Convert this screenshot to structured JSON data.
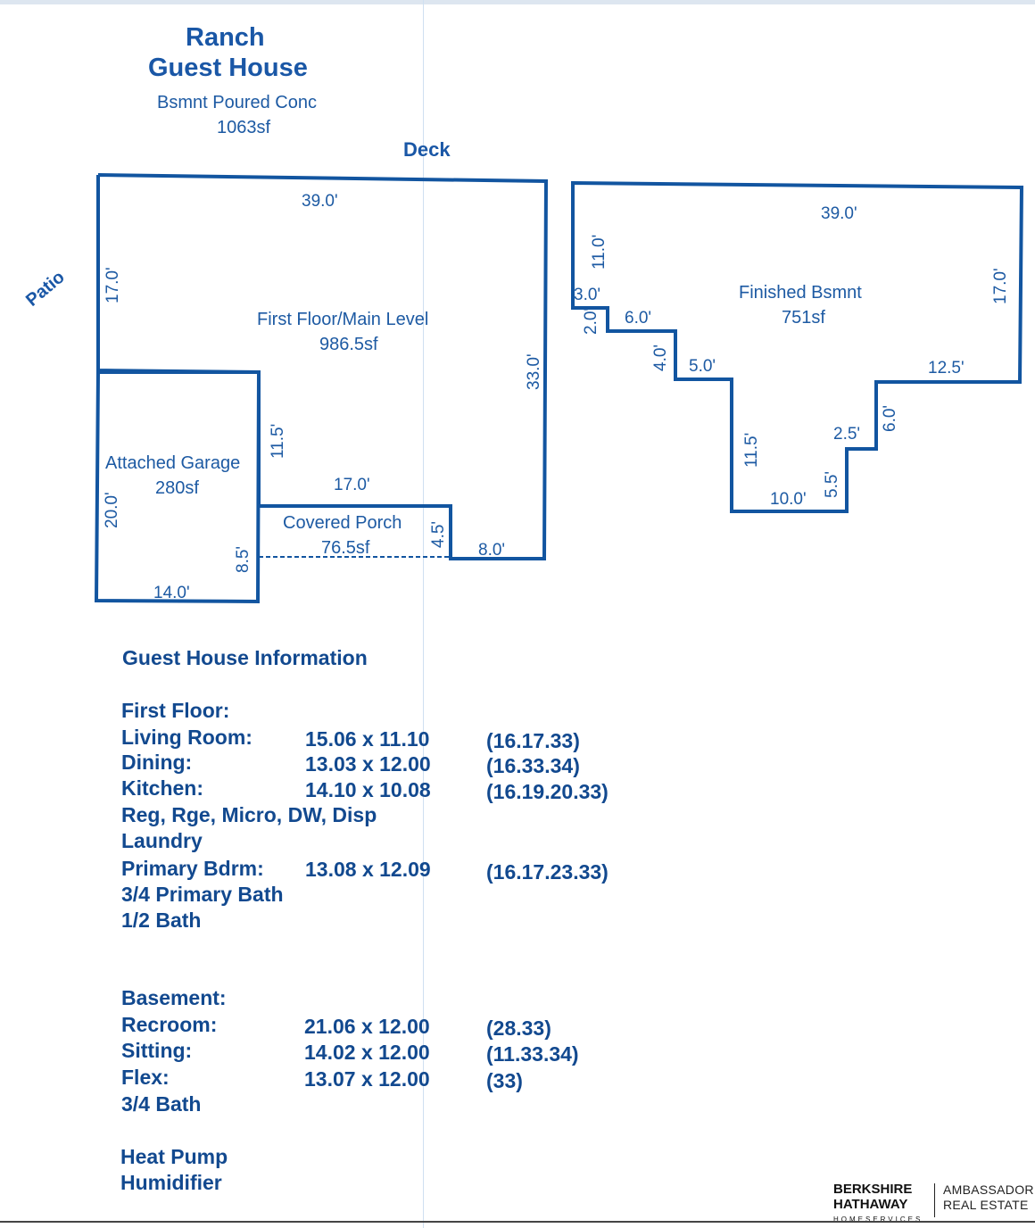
{
  "title": {
    "line1": "Ranch",
    "line2": "Guest House",
    "basement_type": "Bsmnt Poured Conc",
    "basement_area": "1063sf"
  },
  "plan_labels": {
    "deck": "Deck",
    "patio": "Patio",
    "main": {
      "name": "First Floor/Main Level",
      "area": "986.5sf",
      "dims": {
        "top": "39.0'",
        "left": "17.0'",
        "right": "33.0'",
        "inner_vert": "11.5'",
        "inner_horiz": "17.0'",
        "porch_vert": "4.5'",
        "bottom_right": "8.0'"
      }
    },
    "garage": {
      "name": "Attached Garage",
      "area": "280sf",
      "dims": {
        "left": "20.0'",
        "right": "8.5'",
        "bottom": "14.0'"
      }
    },
    "porch": {
      "name": "Covered Porch",
      "area": "76.5sf"
    },
    "basement": {
      "name": "Finished Bsmnt",
      "area": "751sf",
      "dims": {
        "top": "39.0'",
        "left": "11.0'",
        "step1": "3.0'",
        "step1_vert": "2.0'",
        "step2": "6.0'",
        "step2_vert": "4.0'",
        "step3": "5.0'",
        "bottom_left_vert": "11.5'",
        "bottom": "10.0'",
        "bottom_right_vert": "5.5'",
        "step4": "2.5'",
        "step4_vert": "6.0'",
        "step5": "12.5'",
        "right": "17.0'"
      }
    }
  },
  "info": {
    "heading": "Guest House Information",
    "first_floor_heading": "First Floor:",
    "first_floor_rooms": [
      {
        "name": "Living Room:",
        "size": "15.06 x 11.10",
        "features": "(16.17.33)"
      },
      {
        "name": "Dining:",
        "size": "13.03 x 12.00",
        "features": "(16.33.34)"
      },
      {
        "name": "Kitchen:",
        "size": "14.10 x 10.08",
        "features": "(16.19.20.33)"
      }
    ],
    "appliances": "Reg, Rge, Micro, DW, Disp",
    "laundry": "Laundry",
    "primary_bedroom": {
      "name": "Primary  Bdrm:",
      "size": "13.08 x 12.09",
      "features": "(16.17.23.33)"
    },
    "primary_bath": "3/4 Primary Bath",
    "half_bath": "1/2 Bath",
    "basement_heading": "Basement:",
    "basement_rooms": [
      {
        "name": "Recroom:",
        "size": "21.06 x 12.00",
        "features": "(28.33)"
      },
      {
        "name": "Sitting:",
        "size": "14.02 x 12.00",
        "features": "(11.33.34)"
      },
      {
        "name": "Flex:",
        "size": "13.07 x 12.00",
        "features": "(33)"
      }
    ],
    "basement_bath": "3/4 Bath",
    "heat": "Heat Pump",
    "humidifier": "Humidifier"
  },
  "logo": {
    "line1": "BERKSHIRE",
    "line2": "HATHAWAY",
    "line3": "HOMESERVICES",
    "right1": "AMBASSADOR",
    "right2": "REAL ESTATE"
  }
}
